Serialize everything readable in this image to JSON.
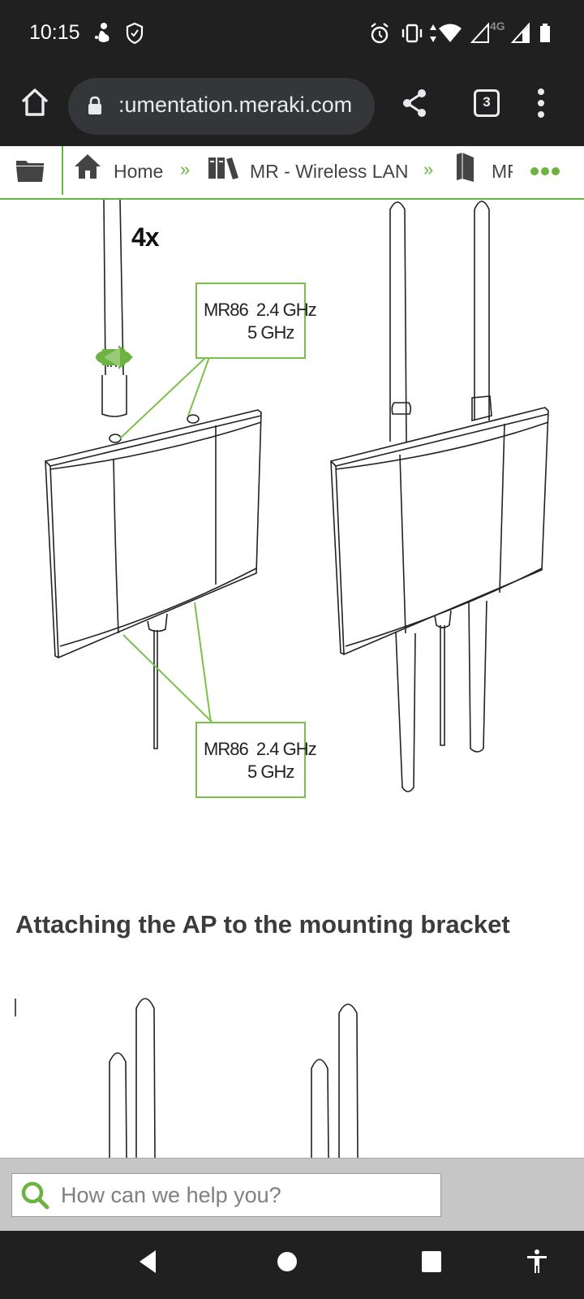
{
  "status_bar": {
    "time": "10:15",
    "left_icons": [
      "notification-app-icon",
      "shield-check-icon"
    ],
    "right_icons": [
      "alarm-icon",
      "vibrate-icon",
      "data-arrows-icon",
      "wifi-icon",
      "signal-icon",
      "signal-icon"
    ],
    "network_type": "4G",
    "battery": "battery-full-icon"
  },
  "browser": {
    "home_icon": "home-icon",
    "lock_icon": "lock-icon",
    "url": ":umentation.meraki.com",
    "share_icon": "share-icon",
    "tab_count": "3",
    "menu_icon": "more-vert-icon"
  },
  "breadcrumb": {
    "folder_icon": "folder-icon",
    "items": [
      {
        "icon": "home-icon",
        "label": "Home"
      },
      {
        "icon": "books-icon",
        "label": "MR - Wireless LAN"
      },
      {
        "icon": "book-icon",
        "label": "MF"
      }
    ],
    "separator": "»",
    "more_icon": "more-horiz-icon",
    "accent_color": "#6cb33f"
  },
  "figure1": {
    "multiplier": "4x",
    "labels": [
      {
        "model": "MR86",
        "band1": "2.4 GHz",
        "band2": "5 GHz"
      },
      {
        "model": "MR86",
        "band1": "2.4 GHz",
        "band2": "5 GHz"
      }
    ]
  },
  "content": {
    "section_heading": "Attaching the AP to the mounting bracket"
  },
  "search": {
    "placeholder": "How can we help you?",
    "icon": "search-icon",
    "icon_color": "#6cb33f"
  },
  "nav_bar": {
    "buttons": [
      "back-icon",
      "home-circle-icon",
      "recents-icon",
      "accessibility-icon"
    ]
  }
}
